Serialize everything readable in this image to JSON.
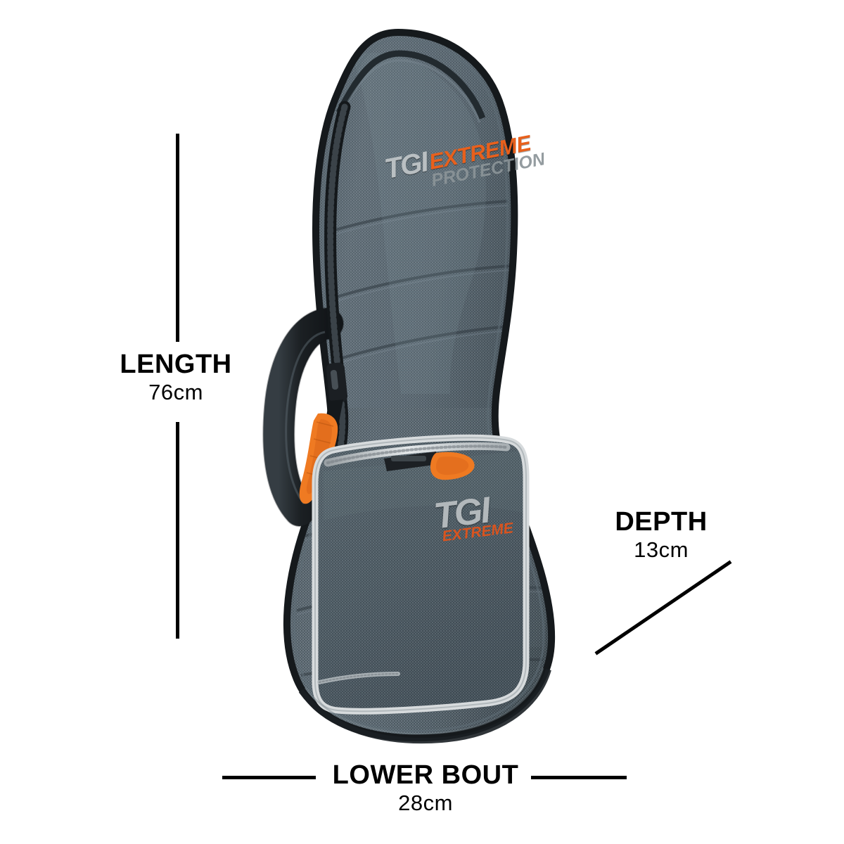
{
  "product": {
    "name": "gig-bag",
    "brand": "TGI",
    "body_logo": {
      "brand": "TGI",
      "line1": "EXTREME",
      "line2": "PROTECTION",
      "brand_color": "#b9bfc2",
      "accent_color": "#e8601c"
    },
    "pocket_logo": {
      "brand": "TGI",
      "sub": "EXTREME",
      "brand_color": "#b2b8bb",
      "accent_color": "#d9541f"
    },
    "colors": {
      "fabric": "#5c6b73",
      "fabric_light": "#6e7c84",
      "fabric_dark": "#46525a",
      "piping_dark": "#1d2226",
      "piping_light": "#d7dbdd",
      "zipper_pull": "#ef7a22",
      "zipper_track": "#2a2f33",
      "background": "#ffffff"
    }
  },
  "dimensions": {
    "length": {
      "title": "LENGTH",
      "value": "76cm"
    },
    "depth": {
      "title": "DEPTH",
      "value": "13cm"
    },
    "lower_bout": {
      "title": "LOWER BOUT",
      "value": "28cm"
    }
  }
}
